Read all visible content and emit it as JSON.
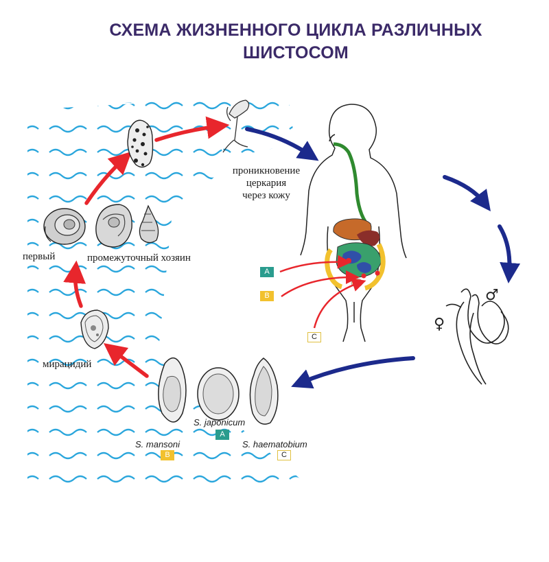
{
  "title": {
    "line1": "СХЕМА ЖИЗНЕННОГО ЦИКЛА РАЗЛИЧНЫХ",
    "line2": "ШИСТОСОМ"
  },
  "labels": {
    "penetration_line1": "проникновение",
    "penetration_line2": "церкария",
    "penetration_line3": "через кожу",
    "first": "первый",
    "intermediate_host": "промежуточный хозяин",
    "miracidium": "мирацидий"
  },
  "species": {
    "japonicum": "S. japonicum",
    "mansoni": "S. mansoni",
    "haematobium": "S. haematobium"
  },
  "badges": {
    "a": "A",
    "b": "B",
    "c": "C"
  },
  "sex_symbols": {
    "male": "♂",
    "female": "♀"
  },
  "colors": {
    "title": "#3b2a68",
    "water": "#2aa6dc",
    "red_arrow": "#e8262c",
    "blue_arrow": "#1c2a8c",
    "badge_a": "#2a9c8e",
    "badge_b": "#f2c12e",
    "badge_c": "#ffffff"
  }
}
